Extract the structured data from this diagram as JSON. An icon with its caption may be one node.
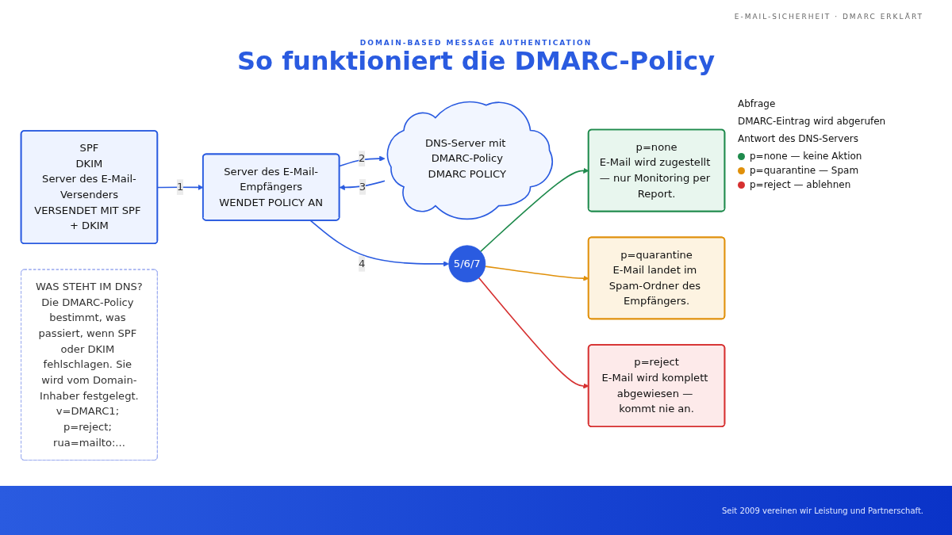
{
  "diagram": {
    "title": "So funktioniert die DMARC-Policy",
    "nodes": [
      {
        "text": [
          "SPF",
          "DKIM",
          "Server des E-Mail-Versenders",
          "VERSENDET MIT SPF + DKIM"
        ]
      },
      {
        "text": [
          "Server des E-Mail-Empfängers",
          "WENDET POLICY AN"
        ]
      },
      {
        "text": [
          "DNS-Server mit DMARC-Policy",
          "DMARC POLICY"
        ]
      },
      {
        "text": [
          "5/6/7"
        ]
      },
      {
        "text": [
          "p=none",
          "E-Mail wird zugestellt — nur Monitoring per Report."
        ]
      },
      {
        "text": [
          "p=quarantine",
          "E-Mail landet im Spam-Ordner des Empfängers."
        ]
      },
      {
        "text": [
          "p=reject",
          "E-Mail wird komplett abgewiesen — kommt nie an."
        ]
      },
      {
        "text": [
          "WAS STEHT IM DNS?",
          "Die DMARC-Policy bestimmt, was passiert, wenn SPF oder DKIM fehlschlagen. Sie wird vom Domain-Inhaber festgelegt.",
          "v=DMARC1; p=reject; rua=mailto:..."
        ]
      }
    ],
    "edges": [
      {
        "from": 0,
        "to": 1,
        "arrow": "to",
        "label": "1"
      },
      {
        "from": 1,
        "to": 2,
        "arrow": "to",
        "label": "2"
      },
      {
        "from": 2,
        "to": 1,
        "arrow": "to",
        "label": "3"
      },
      {
        "from": 1,
        "to": 3,
        "arrow": "to",
        "label": "4"
      },
      {
        "from": 3,
        "to": 4,
        "arrow": "to",
        "color": "#1e8a4c"
      },
      {
        "from": 3,
        "to": 5,
        "arrow": "to",
        "color": "#e0900a"
      },
      {
        "from": 3,
        "to": 6,
        "arrow": "to",
        "color": "#d63030"
      }
    ],
    "labels": [
      "E-MAIL-SICHERHEIT · DMARC ERKLÄRT",
      "DOMAIN-BASED MESSAGE AUTHENTICATION",
      "Abfrage",
      "DMARC-Eintrag wird abgerufen",
      "Antwort des DNS-Servers",
      "Seit 2009 vereinen wir Leistung und Partnerschaft."
    ],
    "legend": [
      {
        "text": "p=none — keine Aktion",
        "color": "#1e8a4c"
      },
      {
        "text": "p=quarantine — Spam",
        "color": "#e0900a"
      },
      {
        "text": "p=reject — ablehnen",
        "color": "#d63030"
      }
    ]
  }
}
